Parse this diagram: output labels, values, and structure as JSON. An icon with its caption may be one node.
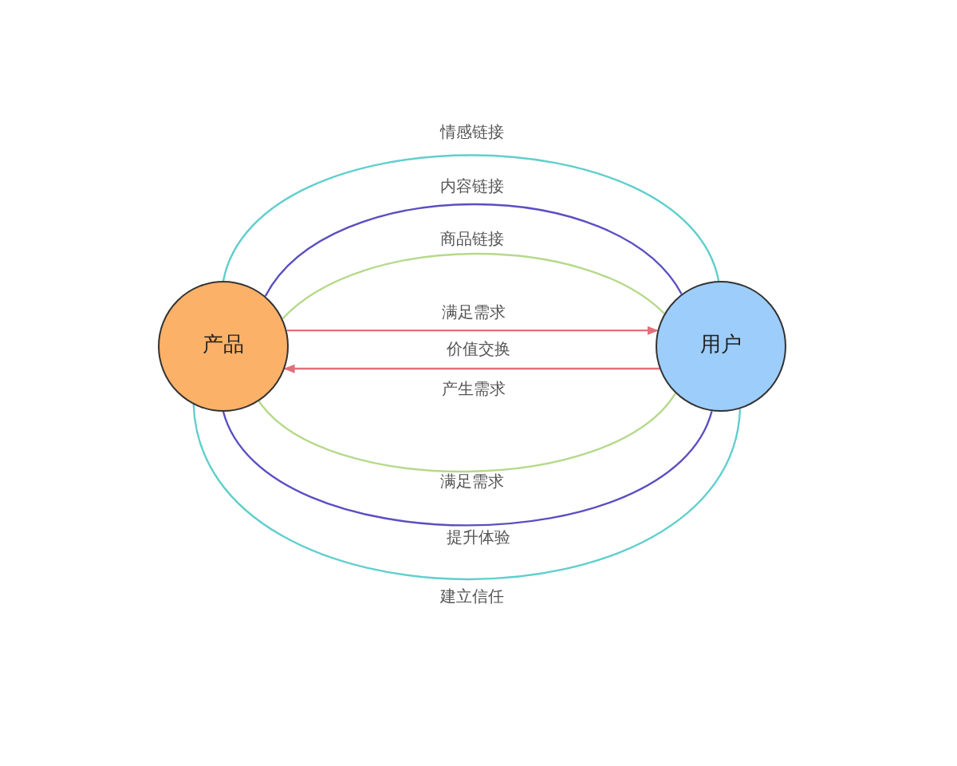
{
  "diagram": {
    "nodes": [
      {
        "text": [
          "产品"
        ]
      },
      {
        "text": [
          "用户"
        ]
      }
    ],
    "edges": [
      {
        "from": 0,
        "to": 1,
        "arrow": "none",
        "label": "情感链接",
        "color": "#5fcfcc"
      },
      {
        "from": 0,
        "to": 1,
        "arrow": "none",
        "label": "内容链接",
        "color": "#5a4fc2"
      },
      {
        "from": 0,
        "to": 1,
        "arrow": "none",
        "label": "商品链接",
        "color": "#b5d98a"
      },
      {
        "from": 0,
        "to": 1,
        "arrow": "to",
        "label": "满足需求",
        "color": "#e0707a"
      },
      {
        "from": 1,
        "to": 0,
        "arrow": "to",
        "label": "产生需求",
        "color": "#e0707a"
      },
      {
        "from": 0,
        "to": 1,
        "arrow": "none",
        "label": "满足需求",
        "color": "#b5d98a"
      },
      {
        "from": 0,
        "to": 1,
        "arrow": "none",
        "label": "提升体验",
        "color": "#5a4fc2"
      },
      {
        "from": 0,
        "to": 1,
        "arrow": "none",
        "label": "建立信任",
        "color": "#5fcfcc"
      }
    ],
    "labels": [
      "价值交换"
    ]
  }
}
